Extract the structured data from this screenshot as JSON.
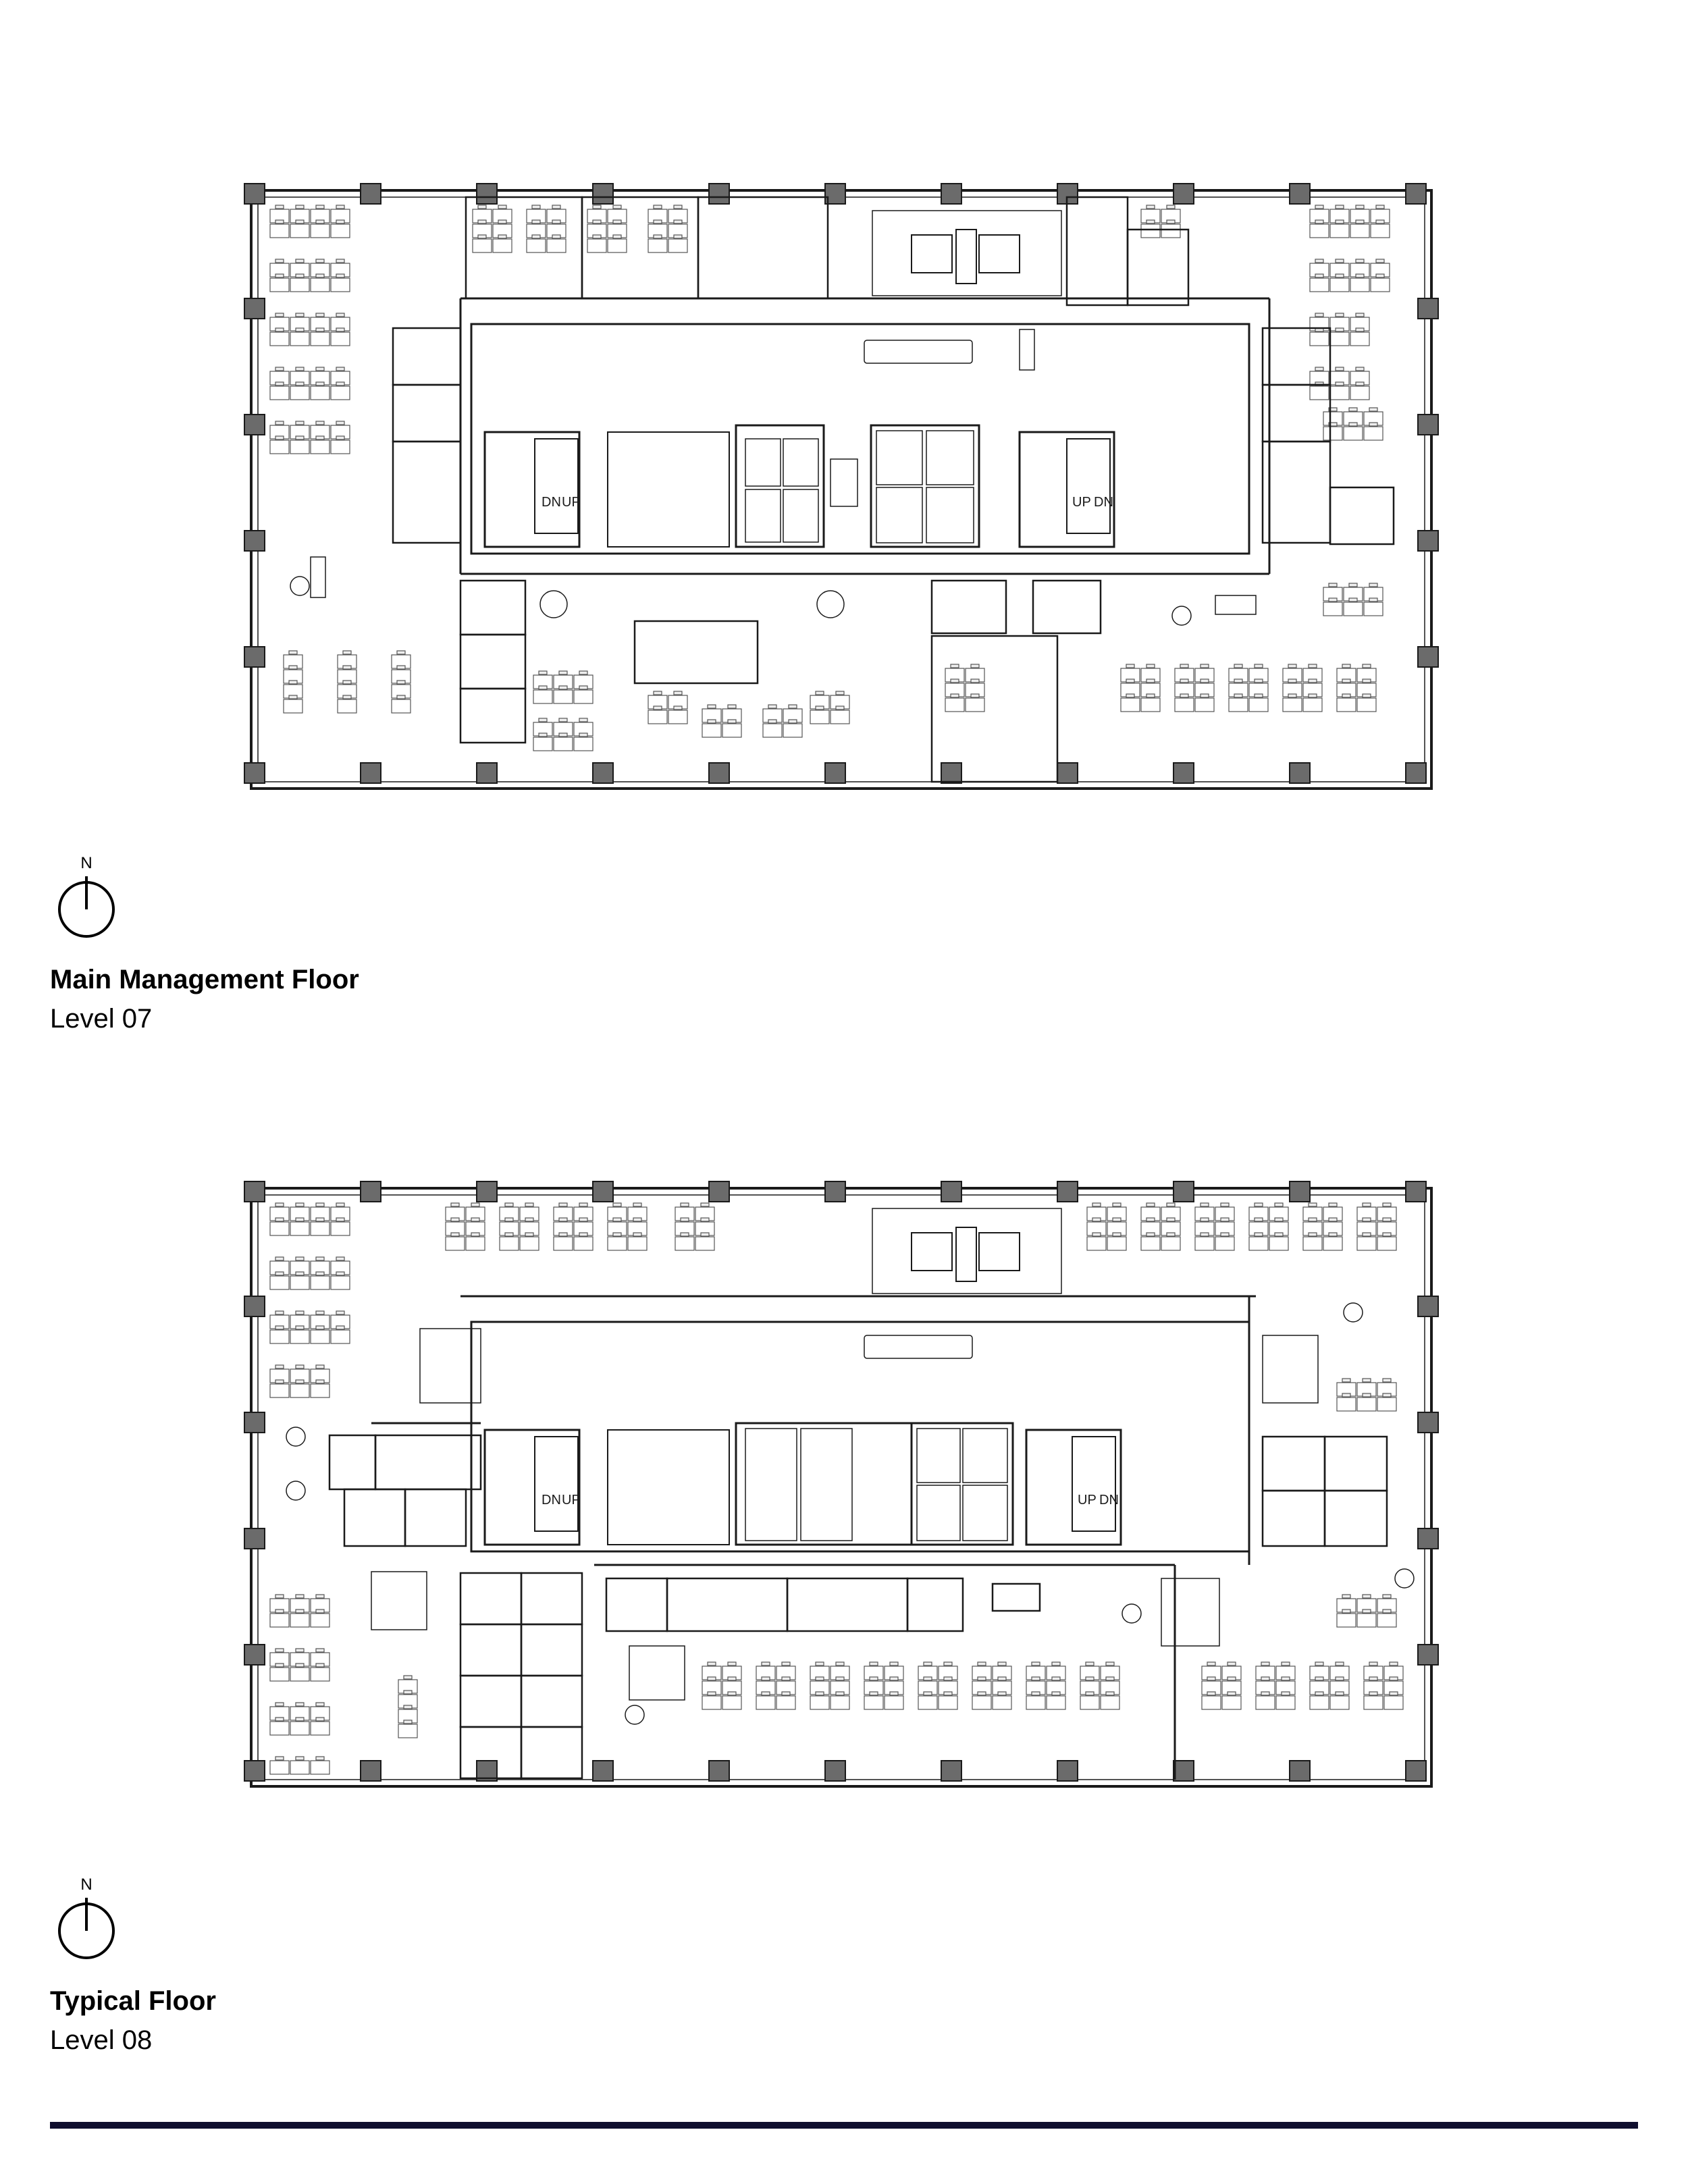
{
  "colors": {
    "wall": "#1a1a1a",
    "column": "#6b6b6b",
    "shadow": "#d9d9d9",
    "accent_rule": "#0f0e2e"
  },
  "plans": [
    {
      "title": "Main Management Floor",
      "level": "Level 07",
      "north": "N",
      "stairs": [
        {
          "a": "DN",
          "b": "UP"
        },
        {
          "a": "UP",
          "b": "DN"
        }
      ]
    },
    {
      "title": "Typical Floor",
      "level": "Level 08",
      "north": "N",
      "stairs": [
        {
          "a": "DN",
          "b": "UP"
        },
        {
          "a": "UP",
          "b": "DN"
        }
      ]
    }
  ],
  "icons": {
    "north_arrow": "north-arrow-icon"
  }
}
